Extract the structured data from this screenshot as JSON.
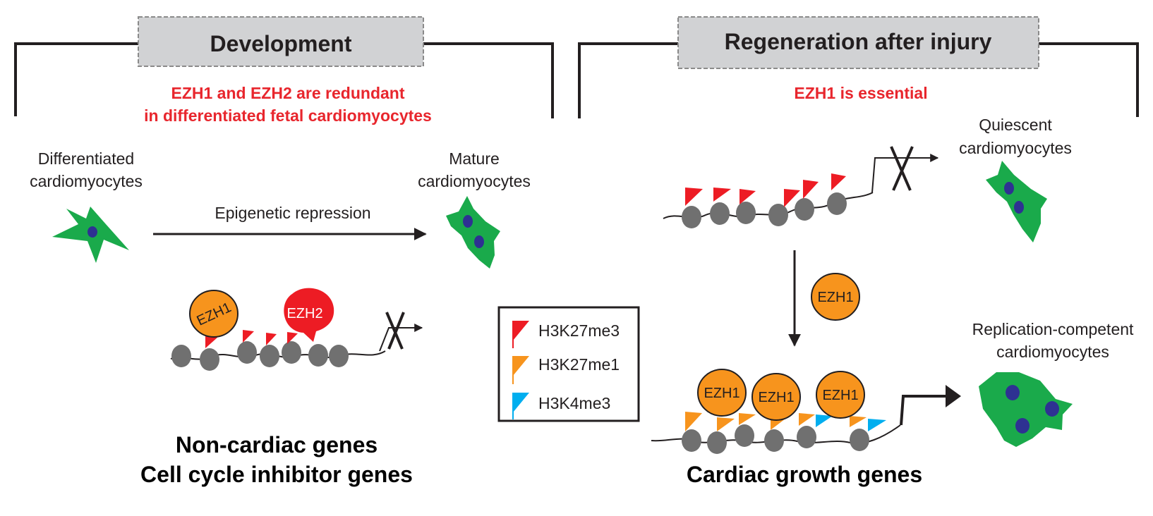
{
  "colors": {
    "cell_green": "#1aaa4b",
    "nucleus": "#2e3192",
    "nucleosome": "#707070",
    "ezh1": "#f7941d",
    "ezh2": "#ed1c24",
    "h3k27me3": "#ed1c24",
    "h3k27me1": "#f7941d",
    "h3k4me3": "#00aeef",
    "red_text": "#e8262d",
    "header_box": "#d1d2d4"
  },
  "development": {
    "header": "Development",
    "note_line1": "EZH1 and EZH2  are redundant",
    "note_line2": "in differentiated fetal cardiomyocytes",
    "start_cell_line1": "Differentiated",
    "start_cell_line2": "cardiomyocytes",
    "end_cell_line1": "Mature",
    "end_cell_line2": "cardiomyocytes",
    "arrow_label": "Epigenetic repression",
    "ezh1_label": "EZH1",
    "ezh2_label": "EZH2",
    "genes_line1": "Non-cardiac genes",
    "genes_line2": "Cell cycle inhibitor genes"
  },
  "legend": {
    "items": [
      {
        "label": "H3K27me3",
        "color": "#ed1c24"
      },
      {
        "label": "H3K27me1",
        "color": "#f7941d"
      },
      {
        "label": "H3K4me3",
        "color": "#00aeef"
      }
    ]
  },
  "regeneration": {
    "header": "Regeneration after injury",
    "note": "EZH1 is essential",
    "quiescent_line1": "Quiescent",
    "quiescent_line2": "cardiomyocytes",
    "ezh1_label": "EZH1",
    "replication_line1": "Replication-competent",
    "replication_line2": "cardiomyocytes",
    "genes": "Cardiac growth genes"
  },
  "icons": [
    "star-cell-icon",
    "elongated-cell-icon",
    "cell-cluster-icon",
    "nucleosome-icon",
    "histone-flag-icon",
    "blocked-transcription-icon",
    "active-transcription-icon"
  ]
}
